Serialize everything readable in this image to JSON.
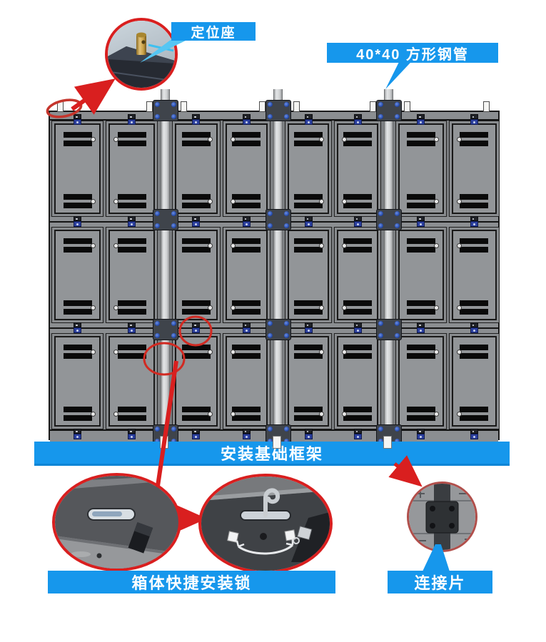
{
  "diagram_title": "LED display cabinet rear installation diagram",
  "labels": {
    "positioning_seat": "定位座",
    "square_steel_pipe": "40*40 方形钢管",
    "base_frame": "安装基础框架",
    "cabinet_quick_lock": "箱体快捷安装锁",
    "connecting_piece": "连接片"
  },
  "colors": {
    "label_blue": "#1697ec",
    "label_pointer_blue": "#55c6f3",
    "annotation_red": "#d91f1f",
    "cabinet_gray": "#8e9194",
    "pipe_gray": "#d7d9da",
    "connector_plate_gray": "#3f444b",
    "bolt_blue": "#2b52b4",
    "brass_pin_gold": "#c9a045"
  },
  "grid": {
    "rows": 3,
    "columns": 8,
    "cabinets_total": 24,
    "vertical_pipes": 3,
    "pipes_after_column": [
      2,
      4,
      6
    ]
  }
}
